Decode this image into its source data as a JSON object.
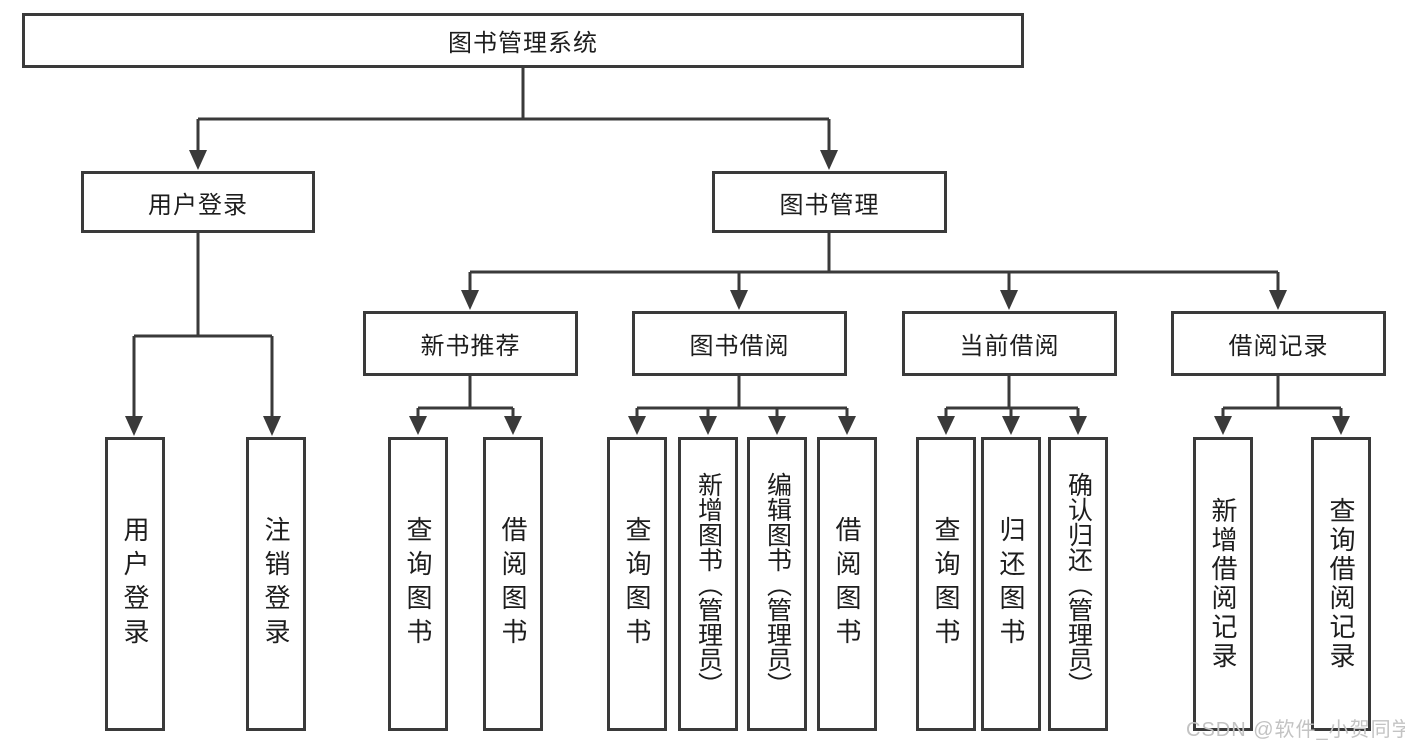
{
  "diagram": {
    "tree": {
      "label": "图书管理系统",
      "children": [
        {
          "label": "用户登录",
          "children": [
            {
              "label": "用户登录"
            },
            {
              "label": "注销登录"
            }
          ]
        },
        {
          "label": "图书管理",
          "children": [
            {
              "label": "新书推荐",
              "children": [
                {
                  "label": "查询图书"
                },
                {
                  "label": "借阅图书"
                }
              ]
            },
            {
              "label": "图书借阅",
              "children": [
                {
                  "label": "查询图书"
                },
                {
                  "label": "新增图书（管理员）"
                },
                {
                  "label": "编辑图书（管理员）"
                },
                {
                  "label": "借阅图书"
                }
              ]
            },
            {
              "label": "当前借阅",
              "children": [
                {
                  "label": "查询图书"
                },
                {
                  "label": "归还图书"
                },
                {
                  "label": "确认归还（管理员）"
                }
              ]
            },
            {
              "label": "借阅记录",
              "children": [
                {
                  "label": "新增借阅记录"
                },
                {
                  "label": "查询借阅记录"
                }
              ]
            }
          ]
        }
      ]
    }
  },
  "watermark": {
    "text": "CSDN @软件_小贺同学"
  }
}
